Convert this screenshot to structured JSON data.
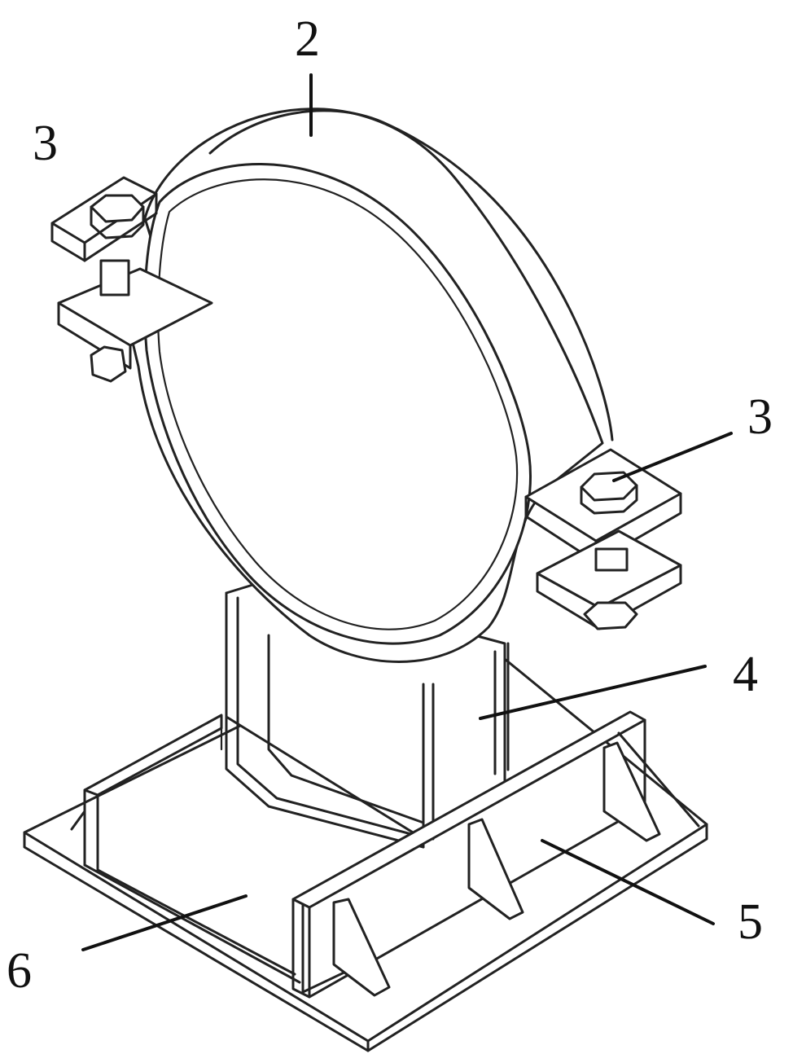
{
  "figure": {
    "labels": {
      "clamp": "2",
      "bolt_left": "3",
      "bolt_right": "3",
      "column": "4",
      "rib_plate": "5",
      "base_plate": "6"
    }
  }
}
